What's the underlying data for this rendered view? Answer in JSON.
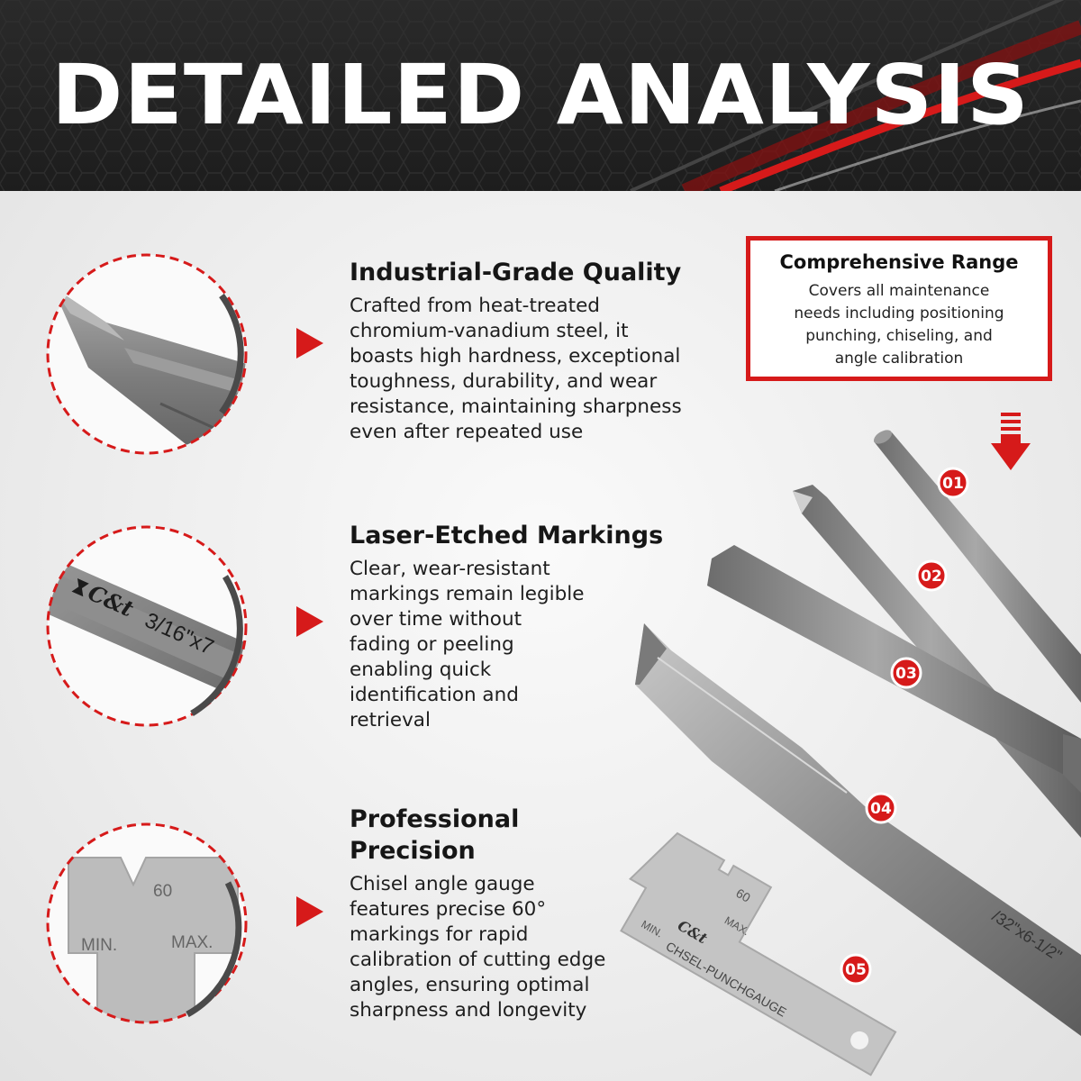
{
  "header": {
    "title": "DETAILED ANALYSIS"
  },
  "features": [
    {
      "title": "Industrial-Grade Quality",
      "lines": [
        "Crafted from heat-treated",
        "chromium-vanadium steel, it",
        "boasts high hardness, exceptional",
        "toughness, durability, and wear",
        "resistance, maintaining sharpness",
        "even after repeated use"
      ]
    },
    {
      "title": "Laser-Etched Markings",
      "lines": [
        "Clear, wear-resistant",
        "markings remain legible",
        "over time without",
        "fading or peeling",
        "enabling quick",
        "identification and",
        "retrieval"
      ]
    },
    {
      "title_lines": [
        "Professional",
        "Precision"
      ],
      "lines": [
        "Chisel angle gauge",
        "features precise 60°",
        "markings for rapid",
        "calibration of cutting edge",
        "angles, ensuring optimal",
        "sharpness and longevity"
      ]
    }
  ],
  "range_box": {
    "title": "Comprehensive Range",
    "lines": [
      "Covers all maintenance",
      "needs including positioning",
      "punching, chiseling, and",
      "angle calibration"
    ]
  },
  "tools": [
    {
      "number": "01"
    },
    {
      "number": "02"
    },
    {
      "number": "03"
    },
    {
      "number": "04"
    },
    {
      "number": "05"
    }
  ],
  "markings": {
    "brand": "C&t",
    "size_text": "3/16\"x7",
    "chisel_size_text": "/32\"x6-1/2\"",
    "gauge_angle": "60",
    "gauge_min": "MIN.",
    "gauge_max": "MAX.",
    "gauge_name": "CHSEL-PUNCHGAUGE"
  },
  "colors": {
    "accent_red": "#d61a1a",
    "header_dark": "#1f1f1f",
    "steel": "#8a8a8a"
  }
}
